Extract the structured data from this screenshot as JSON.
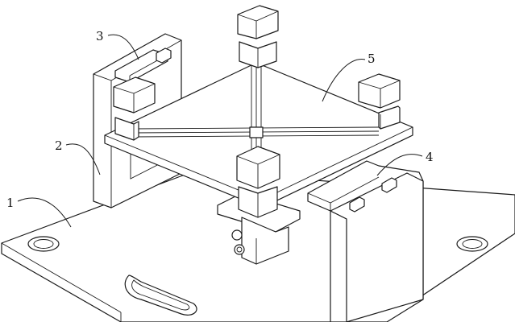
{
  "figure": {
    "callouts": [
      {
        "id": "base-plate",
        "text": "1"
      },
      {
        "id": "left-support",
        "text": "2"
      },
      {
        "id": "clamp-block",
        "text": "3"
      },
      {
        "id": "right-support",
        "text": "4"
      },
      {
        "id": "rotating-plate",
        "text": "5"
      }
    ],
    "colors": {
      "line": "#1a1a1a",
      "fill": "#ffffff"
    }
  }
}
